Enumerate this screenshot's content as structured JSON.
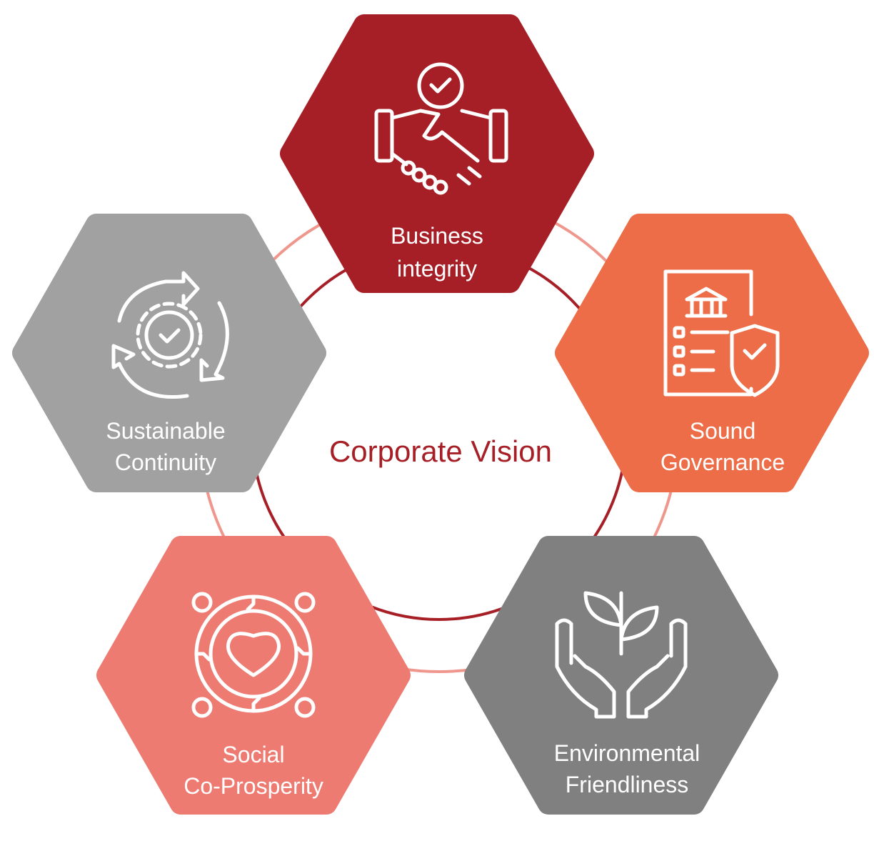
{
  "center_title": "Corporate Vision",
  "colors": {
    "outer_ring": "#F0978D",
    "inner_ring": "#A71F26",
    "business": "#A71F26",
    "governance": "#EC6D47",
    "sustainable": "#A0A1A0",
    "social": "#EE7B72",
    "environment": "#808080"
  },
  "pillars": [
    {
      "line1": "Business",
      "line2": "integrity",
      "icon": "handshake-check-icon"
    },
    {
      "line1": "Sound",
      "line2": "Governance",
      "icon": "document-shield-icon"
    },
    {
      "line1": "Environmental",
      "line2": "Friendliness",
      "icon": "hands-plant-icon"
    },
    {
      "line1": "Social",
      "line2": "Co-Prosperity",
      "icon": "community-heart-icon"
    },
    {
      "line1": "Sustainable",
      "line2": "Continuity",
      "icon": "gear-cycle-icon"
    }
  ]
}
